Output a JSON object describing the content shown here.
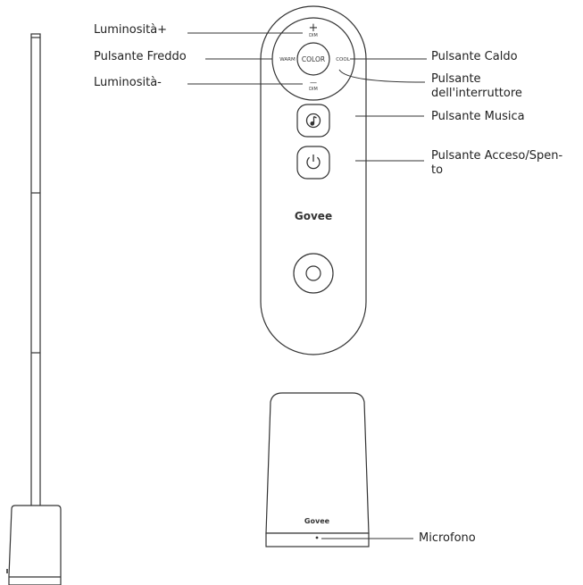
{
  "labels": {
    "brightness_up": "Luminosità+",
    "cold_button": "Pulsante Freddo",
    "brightness_down": "Luminosità-",
    "warm_button": "Pulsante Caldo",
    "switch_button_line1": "Pulsante",
    "switch_button_line2": "dell'interruttore",
    "music_button": "Pulsante Musica",
    "power_button_line1": "Pulsante Acceso/Spen-",
    "power_button_line2": "to",
    "microphone": "Microfono"
  },
  "remote": {
    "plus_symbol": "+",
    "minus_symbol": "—",
    "dim_top": "DIM",
    "dim_bottom": "DIM",
    "warm": "WARM",
    "cool": "COOL",
    "color": "COLOR",
    "brand": "Govee"
  },
  "hub": {
    "brand": "Govee"
  },
  "icons": {
    "music": "music-note-icon",
    "power": "power-icon"
  },
  "colors": {
    "stroke": "#333333",
    "text": "#222222",
    "background": "#ffffff"
  }
}
